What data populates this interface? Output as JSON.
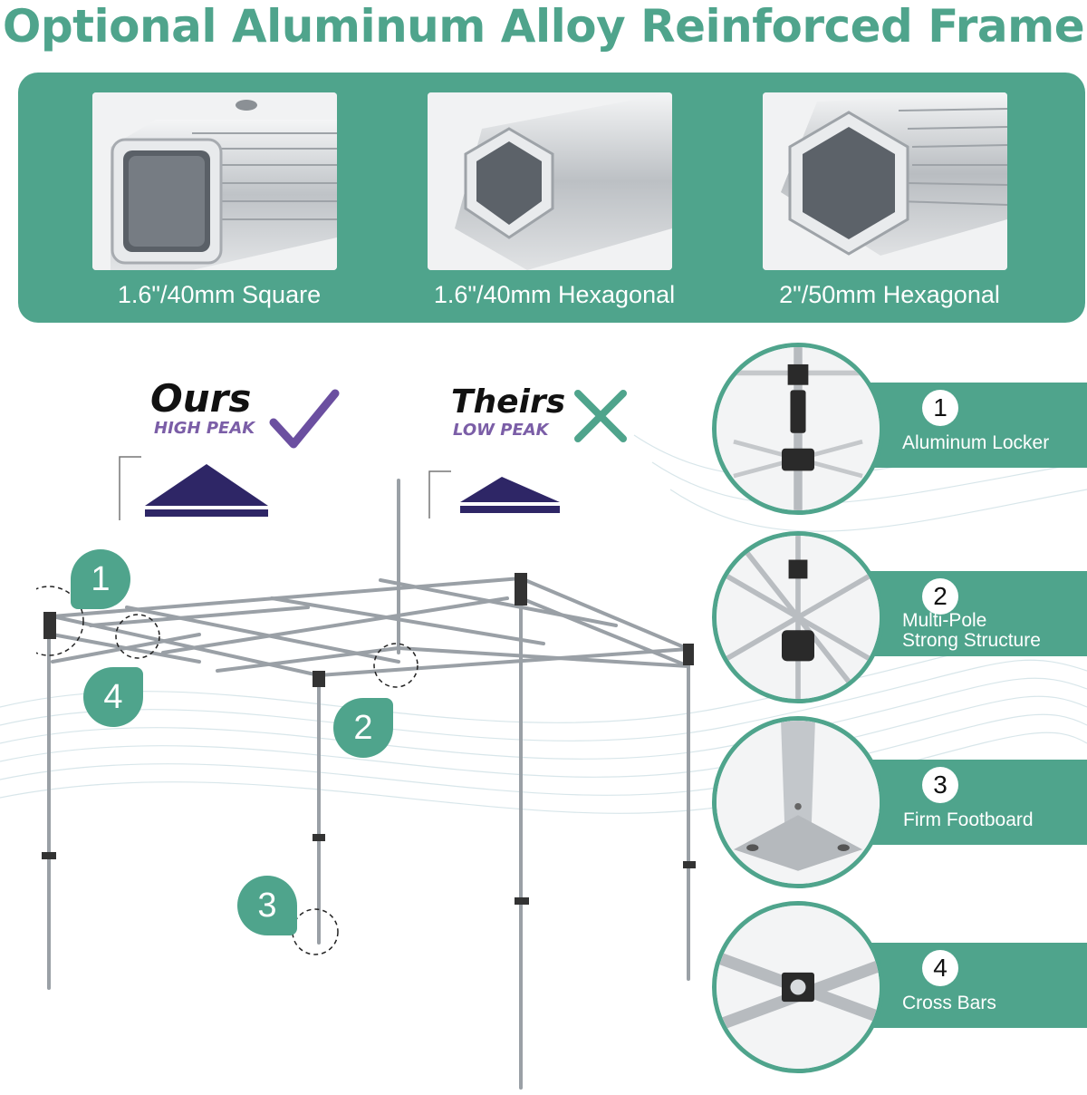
{
  "title": "Optional Aluminum Alloy Reinforced Frame",
  "profiles": [
    {
      "label": "1.6\"/40mm Square",
      "shape": "square"
    },
    {
      "label": "1.6\"/40mm Hexagonal",
      "shape": "hexagon"
    },
    {
      "label": "2\"/50mm Hexagonal",
      "shape": "hexagon-large"
    }
  ],
  "comparison": {
    "ours": {
      "title": "Ours",
      "subtitle": "HIGH PEAK",
      "mark": "check-icon"
    },
    "theirs": {
      "title": "Theirs",
      "subtitle": "LOW PEAK",
      "mark": "cross-icon"
    }
  },
  "callouts": [
    "1",
    "2",
    "3",
    "4"
  ],
  "features": [
    {
      "number": "1",
      "label": "Aluminum Locker"
    },
    {
      "number": "2",
      "label_line1": "Multi-Pole",
      "label_line2": "Strong Structure"
    },
    {
      "number": "3",
      "label": "Firm Footboard"
    },
    {
      "number": "4",
      "label": "Cross Bars"
    }
  ],
  "colors": {
    "accent": "#4fa48c",
    "peak": "#2e2666",
    "sub": "#7b5ea7",
    "panel_text": "#ffffff"
  }
}
